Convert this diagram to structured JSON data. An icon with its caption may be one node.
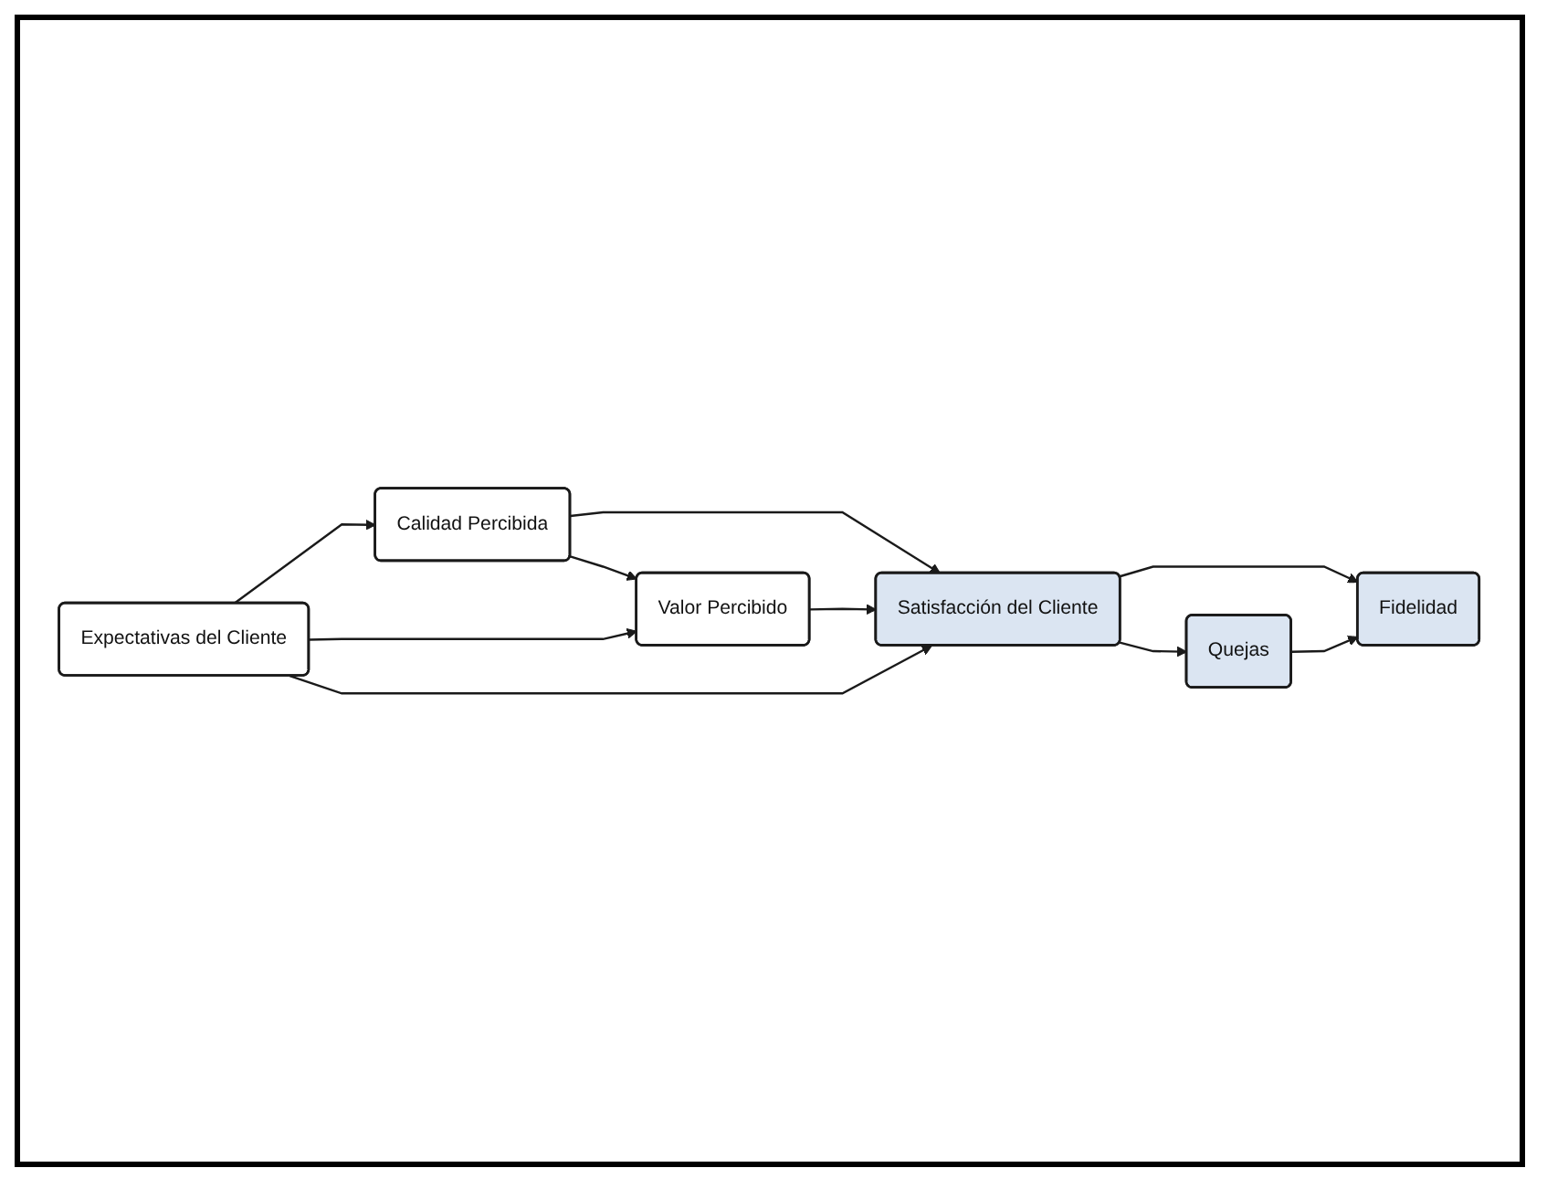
{
  "diagram": {
    "nodes": [
      {
        "text": [
          "Calidad Percibida"
        ]
      },
      {
        "text": [
          "Valor Percibido"
        ]
      },
      {
        "text": [
          "Expectativas del Cliente"
        ]
      },
      {
        "text": [
          "Satisfacción del Cliente"
        ]
      },
      {
        "text": [
          "Quejas"
        ]
      },
      {
        "text": [
          "Fidelidad"
        ]
      }
    ],
    "edges": [
      {
        "from": 0,
        "to": 1,
        "arrow": "to"
      },
      {
        "from": 0,
        "to": 3,
        "arrow": "to"
      },
      {
        "from": 2,
        "to": 0,
        "arrow": "to"
      },
      {
        "from": 1,
        "to": 3,
        "arrow": "to"
      },
      {
        "from": 2,
        "to": 1,
        "arrow": "to"
      },
      {
        "from": 2,
        "to": 3,
        "arrow": "to"
      },
      {
        "from": 3,
        "to": 4,
        "arrow": "to"
      },
      {
        "from": 3,
        "to": 5,
        "arrow": "to"
      },
      {
        "from": 4,
        "to": 5,
        "arrow": "to"
      }
    ]
  }
}
